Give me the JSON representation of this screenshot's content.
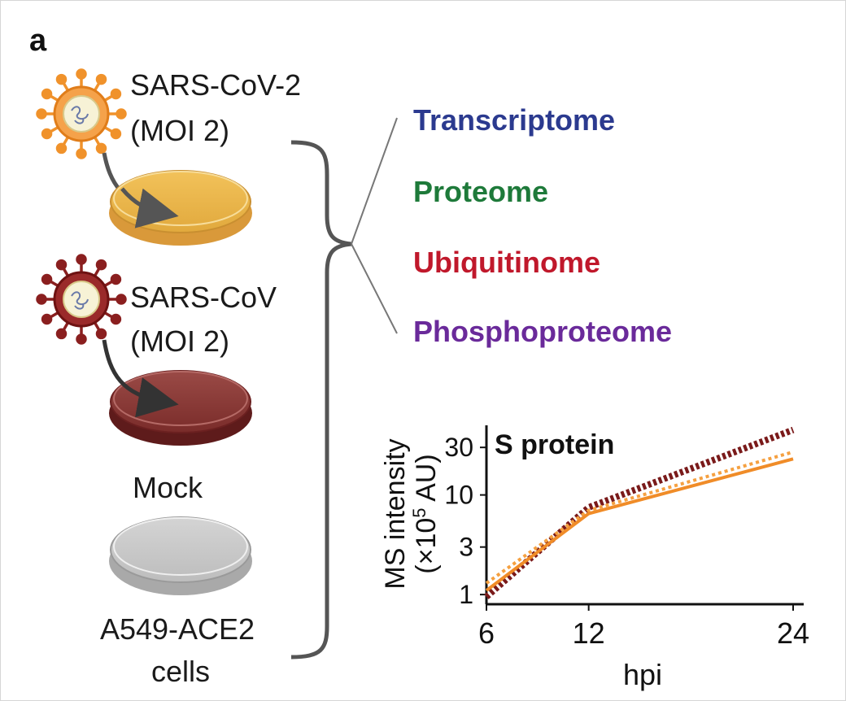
{
  "panel_label": "a",
  "conditions": {
    "sarscov2": {
      "name": "SARS-CoV-2",
      "moi": "(MOI 2)",
      "color": "#f0922b"
    },
    "sarscov": {
      "name": "SARS-CoV",
      "moi": "(MOI 2)",
      "color": "#8a1f1f"
    },
    "mock": {
      "name": "Mock"
    }
  },
  "cells_label": {
    "line1": "A549-ACE2",
    "line2": "cells"
  },
  "omics": [
    {
      "label": "Transcriptome",
      "color": "#2b3a8f"
    },
    {
      "label": "Proteome",
      "color": "#1e7a3a"
    },
    {
      "label": "Ubiquitinome",
      "color": "#c0182b"
    },
    {
      "label": "Phosphoproteome",
      "color": "#6a2a9a"
    }
  ],
  "chart_data": {
    "type": "line",
    "title": "S protein",
    "ylabel_line1": "MS intensity",
    "ylabel_line2": "(×10",
    "ylabel_sup": "5",
    "ylabel_line2_end": " AU)",
    "xlabel": "hpi",
    "x_ticks": [
      "6",
      "12",
      "24"
    ],
    "y_ticks": [
      "1",
      "3",
      "10",
      "30"
    ],
    "x": [
      6,
      12,
      24
    ],
    "y_scale": "log",
    "ylim": [
      0.8,
      50
    ],
    "series": [
      {
        "key": "sarscov",
        "color": "#7a1a1a",
        "style": "bold-dotted",
        "values": [
          0.95,
          7.5,
          45
        ]
      },
      {
        "key": "sarscov2_fit",
        "color": "#f5a040",
        "style": "dotted",
        "values": [
          1.3,
          7.0,
          27
        ]
      },
      {
        "key": "sarscov2",
        "color": "#f08c28",
        "style": "solid",
        "values": [
          1.1,
          6.5,
          23
        ]
      }
    ]
  }
}
